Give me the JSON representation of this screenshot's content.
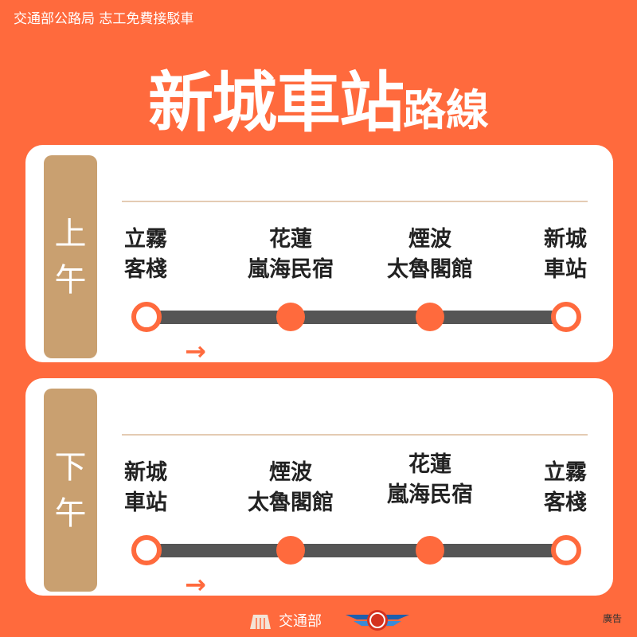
{
  "header": "交通部公路局 志工免費接駁車",
  "title": {
    "main": "新城車站",
    "suffix": "路線"
  },
  "routes": [
    {
      "period": [
        "上",
        "午"
      ],
      "stops": [
        [
          "立霧",
          "客棧"
        ],
        [
          "花蓮",
          "嵐海民宿"
        ],
        [
          "煙波",
          "太魯閣館"
        ],
        [
          "新城",
          "車站"
        ]
      ]
    },
    {
      "period": [
        "下",
        "午"
      ],
      "stops": [
        [
          "新城",
          "車站"
        ],
        [
          "煙波",
          "太魯閣館"
        ],
        [
          "花蓮",
          "嵐海民宿"
        ],
        [
          "立霧",
          "客棧"
        ]
      ]
    }
  ],
  "footer": {
    "ministry": "交通部",
    "ad": "廣告"
  },
  "colors": {
    "bg": "#FF6A3D",
    "tag": "#C9A070",
    "line": "#555555"
  }
}
